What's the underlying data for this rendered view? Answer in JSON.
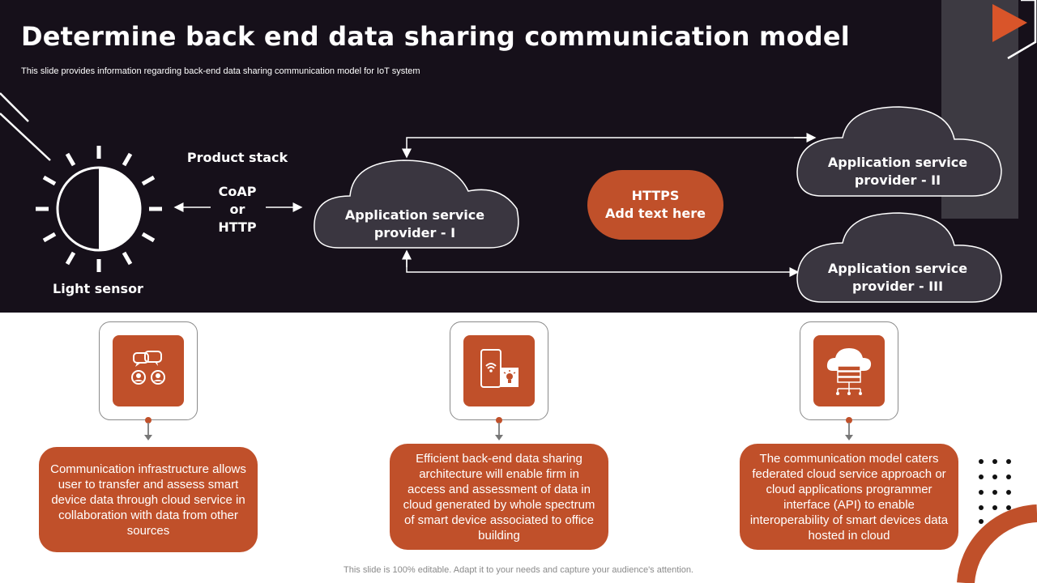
{
  "header": {
    "title": "Determine back end data sharing communication model",
    "subtitle": "This slide provides information regarding back-end data sharing communication model for IoT system"
  },
  "diagram": {
    "product_stack_label": "Product stack",
    "protocol_line1": "CoAP",
    "protocol_line2": "or",
    "protocol_line3": "HTTP",
    "sensor_label": "Light sensor",
    "provider_1_line1": "Application service",
    "provider_1_line2": "provider - I",
    "provider_2_line1": "Application service",
    "provider_2_line2": "provider - II",
    "provider_3_line1": "Application service",
    "provider_3_line2": "provider - III",
    "https_line1": "HTTPS",
    "https_line2": "Add text here"
  },
  "cards": [
    {
      "icon": "chat-users-icon",
      "text": "Communication infrastructure allows user to transfer and assess smart device data through  cloud service in collaboration with data from other sources"
    },
    {
      "icon": "smart-device-icon",
      "text": "Efficient back-end data sharing architecture will enable firm in access and assessment of data in cloud generated by whole spectrum of smart device associated to office building"
    },
    {
      "icon": "cloud-server-icon",
      "text": "The communication model caters federated cloud service approach or cloud applications programmer interface (API) to enable interoperability of smart devices data hosted in cloud"
    }
  ],
  "footer": "This slide is 100% editable. Adapt it to your needs and capture your audience's attention.",
  "colors": {
    "accent": "#c0502a",
    "background_dark": "#16101a",
    "cloud_fill": "#3a3640",
    "strip": "#3d3a42"
  }
}
